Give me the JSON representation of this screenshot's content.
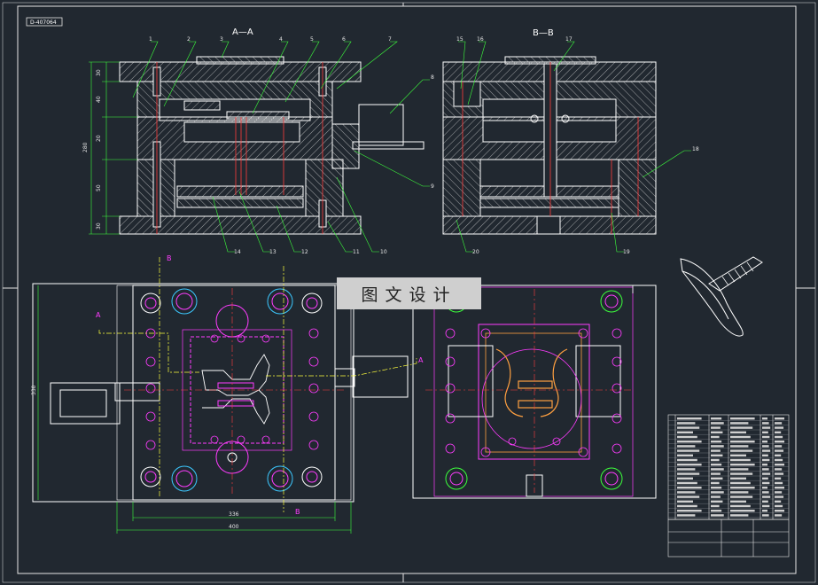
{
  "drawing": {
    "code": "D-407064",
    "section_aa": "A—A",
    "section_bb": "B—B",
    "watermark": "图文设计",
    "cut_a": "A",
    "cut_b": "B",
    "dims_vertical": [
      "30",
      "40",
      "20",
      "50",
      "30",
      "280"
    ],
    "dim_width_inner": "336",
    "dim_width_outer": "400",
    "dim_height_plan": "330"
  },
  "balloons_aa": [
    "1",
    "2",
    "3",
    "4",
    "5",
    "6",
    "7",
    "8",
    "9",
    "10",
    "11",
    "12",
    "13",
    "14"
  ],
  "balloons_bb": [
    "15",
    "16",
    "17",
    "18",
    "19",
    "20"
  ],
  "colors": {
    "background": "#212830",
    "line": "#ffffff",
    "leader": "#3cff3c",
    "center": "#ff3c3c",
    "hidden": "#ff3cff",
    "part": "#ffa040",
    "cyan": "#3cc8ff"
  }
}
